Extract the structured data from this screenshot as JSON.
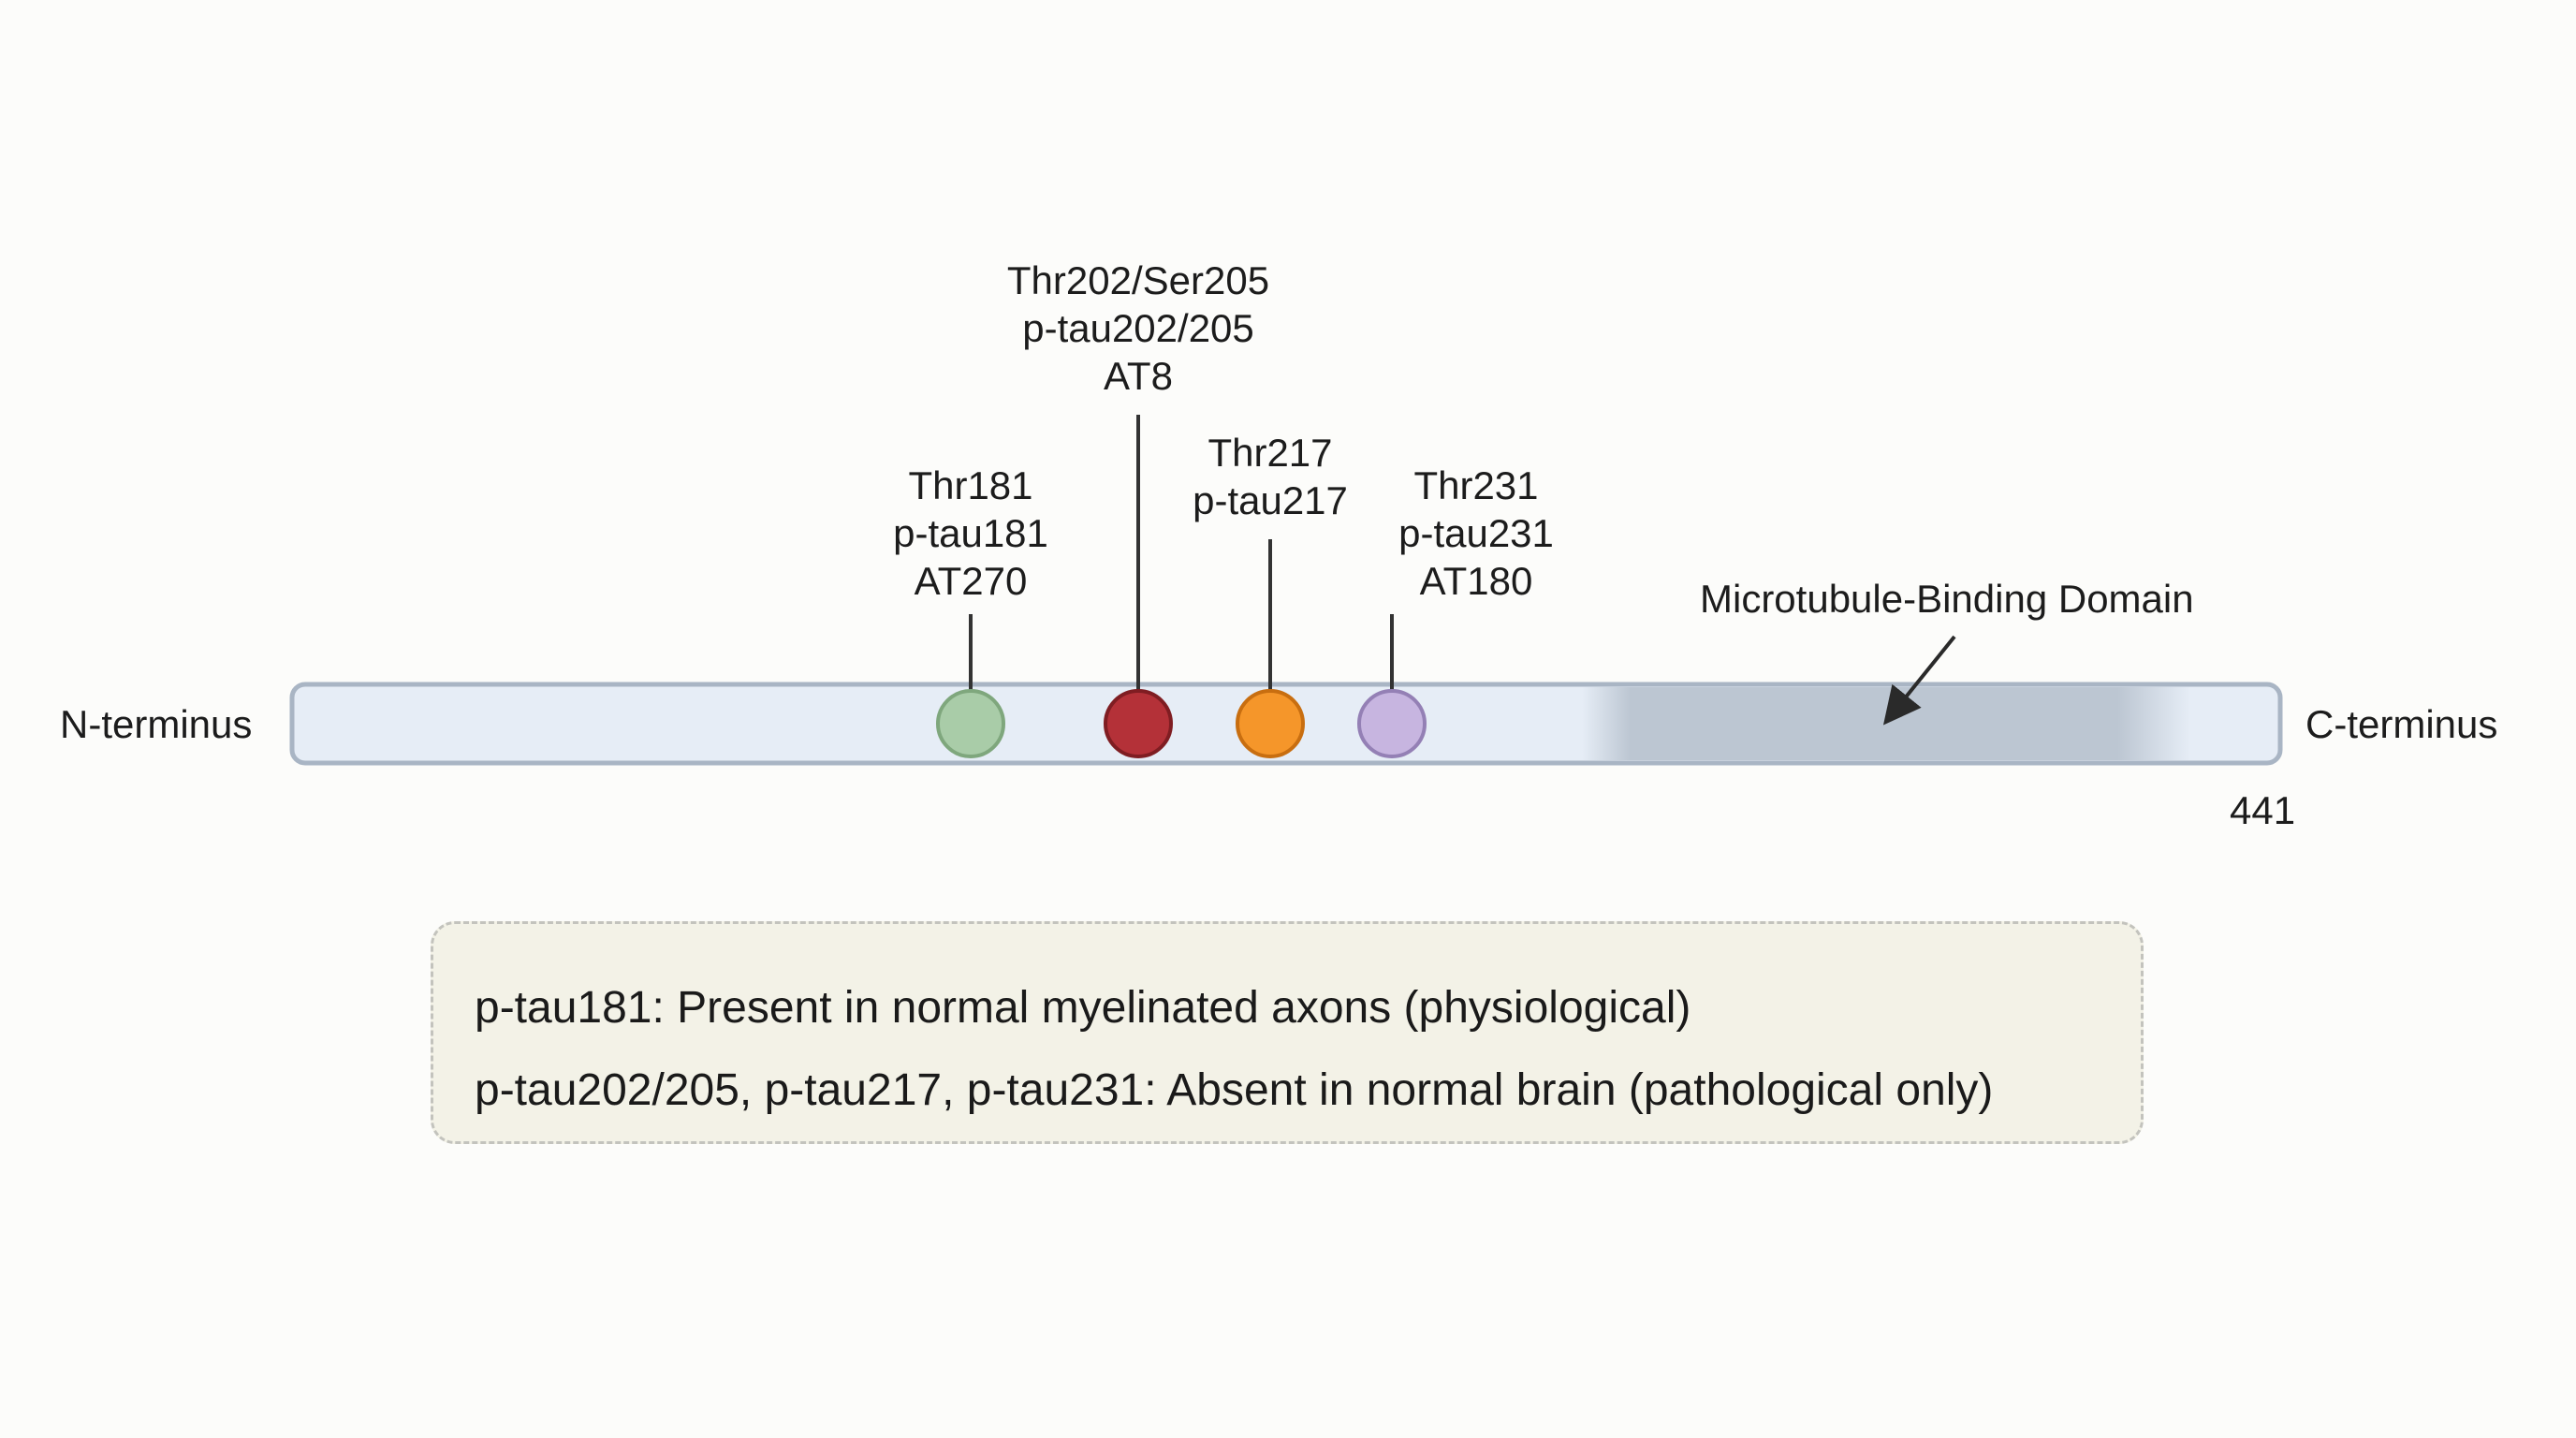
{
  "protein": {
    "n_label": "N-terminus",
    "c_label": "C-terminus",
    "length_label": "441",
    "domain_label": "Microtubule-Binding Domain",
    "bar_fill": "#e6edf6",
    "bar_stroke": "#a9b5c4",
    "domain_fill": "#bcc6d2"
  },
  "sites": [
    {
      "lines": [
        "Thr181",
        "p-tau181",
        "AT270"
      ],
      "color": "#a9cca8",
      "stroke": "#7fa77d"
    },
    {
      "lines": [
        "Thr202/Ser205",
        "p-tau202/205",
        "AT8"
      ],
      "color": "#b43138",
      "stroke": "#7f1d22"
    },
    {
      "lines": [
        "Thr217",
        "p-tau217"
      ],
      "color": "#f5962a",
      "stroke": "#c86e10"
    },
    {
      "lines": [
        "Thr231",
        "p-tau231",
        "AT180"
      ],
      "color": "#c7b5e0",
      "stroke": "#9480b5"
    }
  ],
  "legend": {
    "line1": "p-tau181: Present in normal myelinated axons (physiological)",
    "line2": "p-tau202/205, p-tau217, p-tau231: Absent in normal brain (pathological only)"
  }
}
